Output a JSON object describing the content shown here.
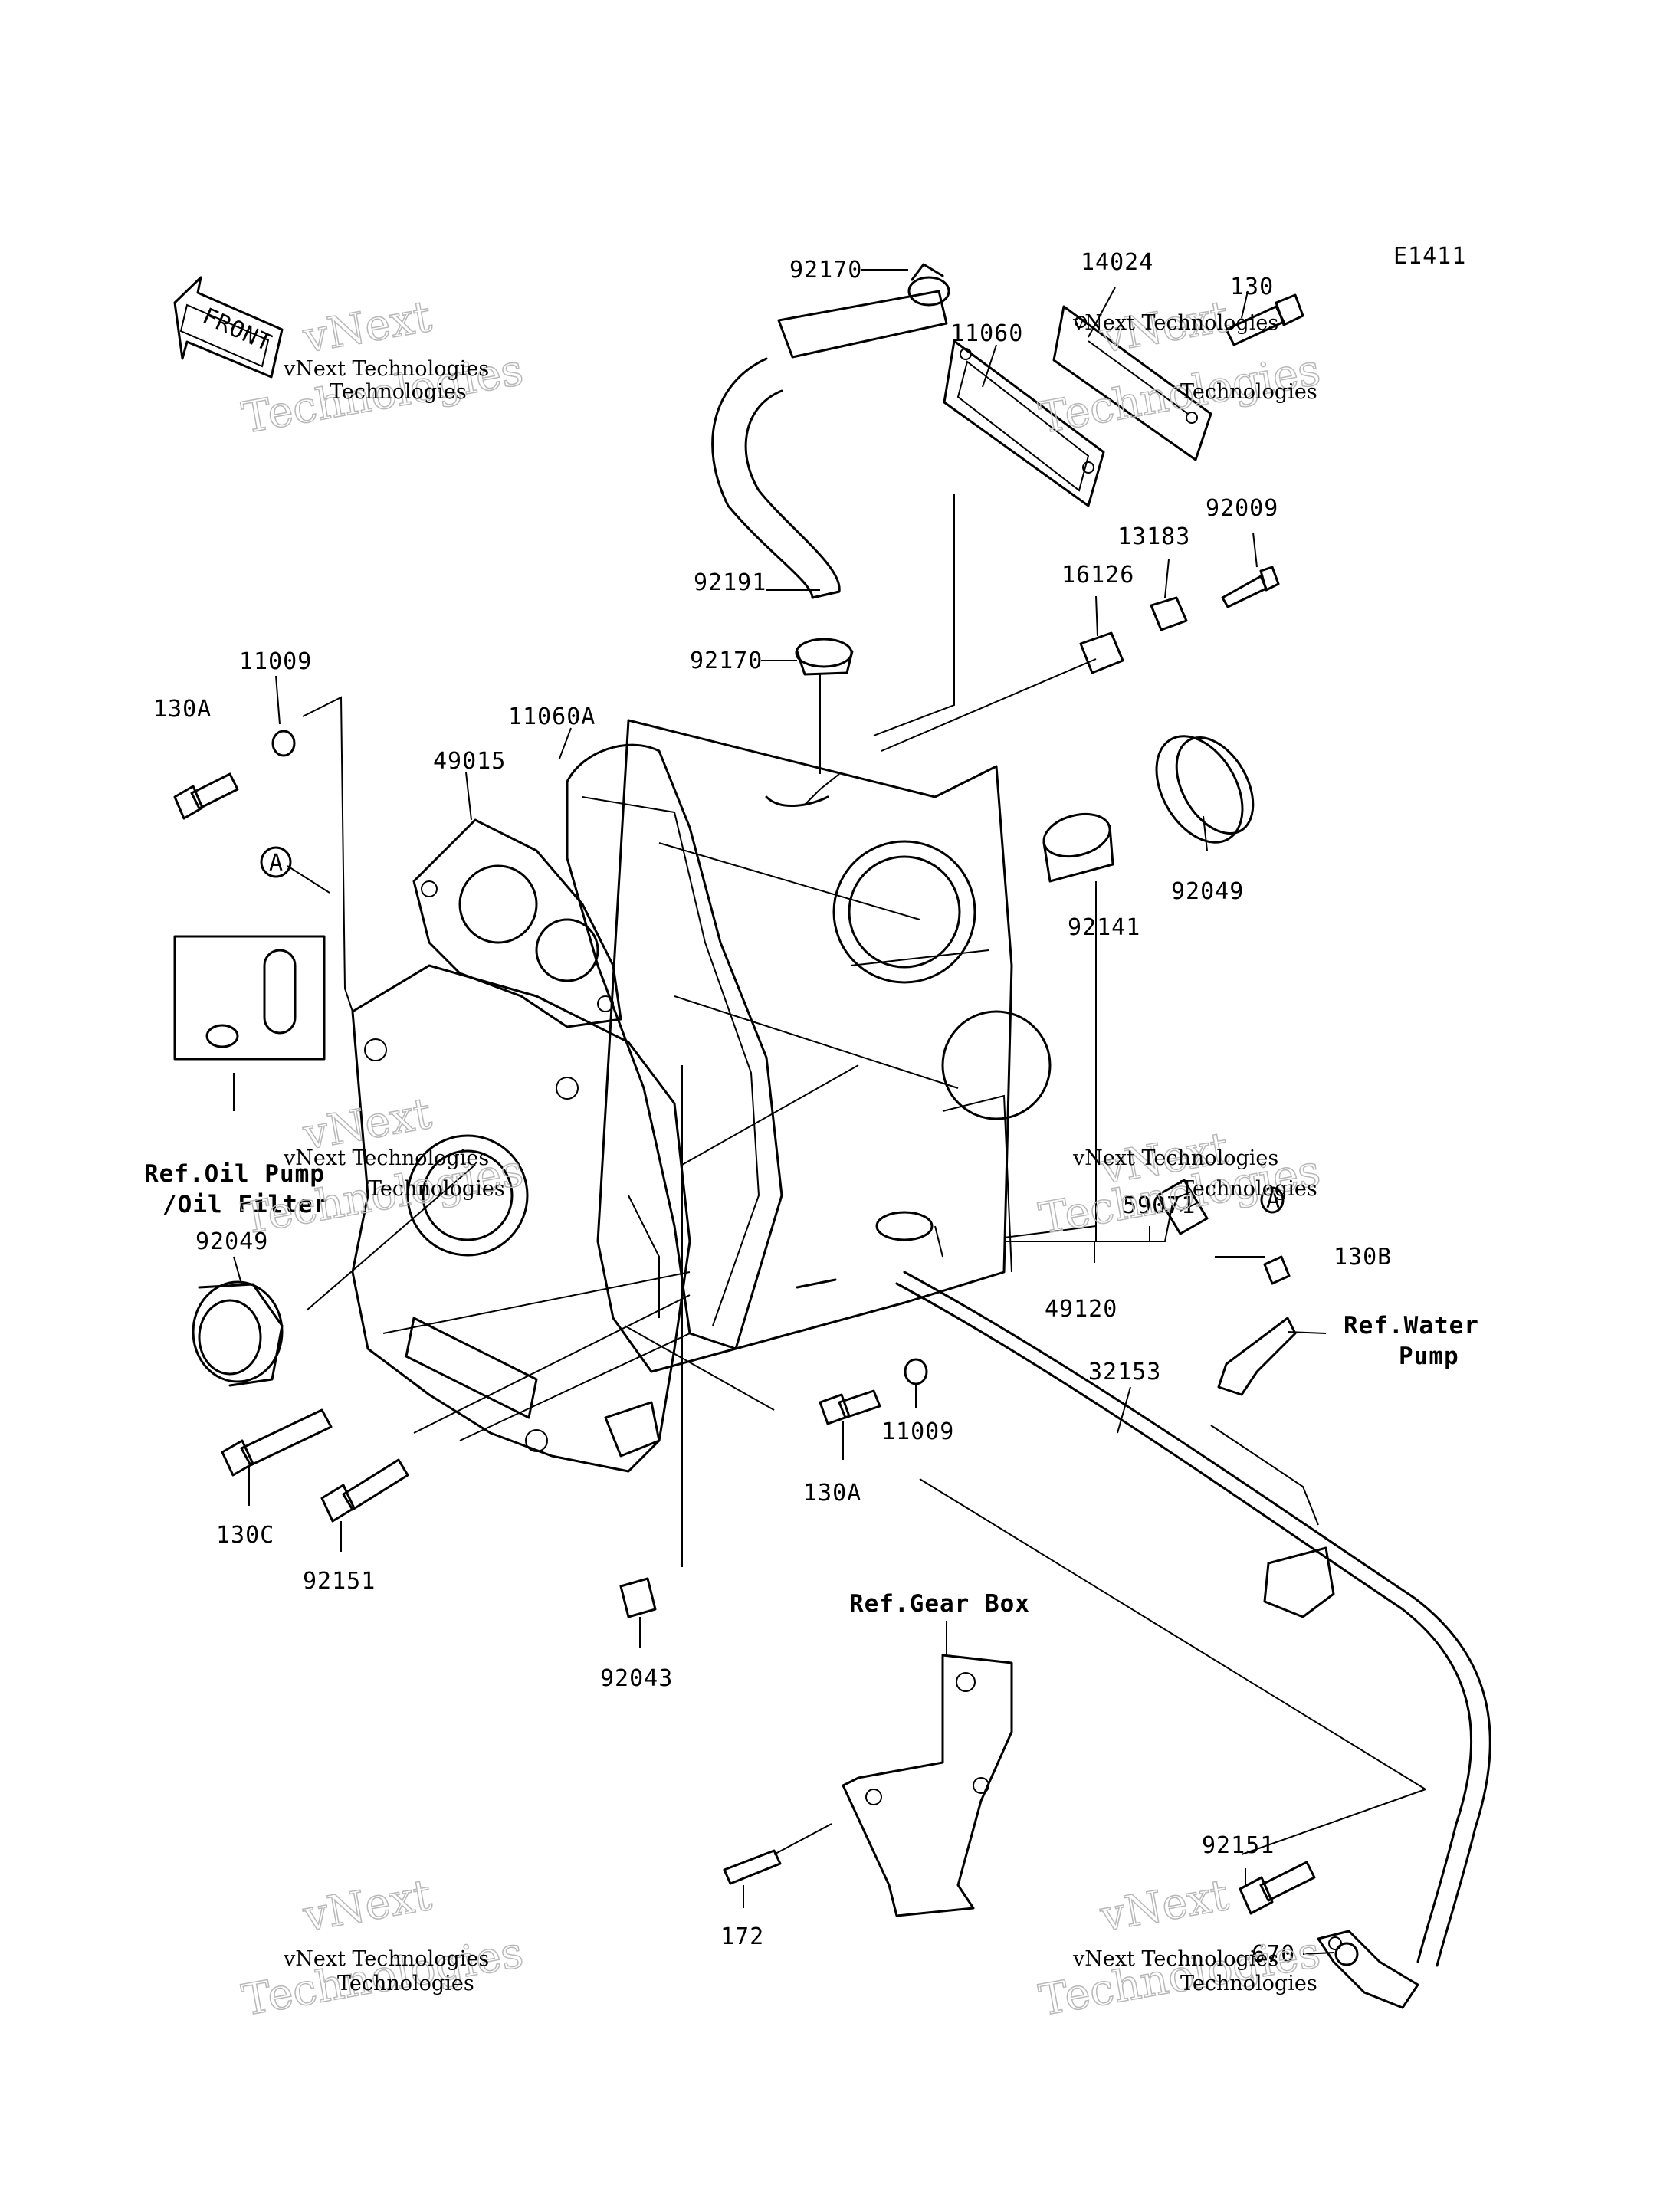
{
  "diagram_code": "E1411",
  "front_label": "FRONT",
  "callout_a": "A",
  "labels": {
    "p92170_top": "92170",
    "p14024": "14024",
    "p130": "130",
    "p11060": "11060",
    "p92009": "92009",
    "p13183": "13183",
    "p16126": "16126",
    "p92191": "92191",
    "p92170_mid": "92170",
    "p11009_top": "11009",
    "p130A_top": "130A",
    "p11060A": "11060A",
    "p49015": "49015",
    "p92049_right": "92049",
    "p92141": "92141",
    "p59071": "59071",
    "p49120": "49120",
    "p130B": "130B",
    "p92049_left": "92049",
    "p32153": "32153",
    "p11009_bottom": "11009",
    "p130A_bottom": "130A",
    "p130C": "130C",
    "p92151_left": "92151",
    "p92043": "92043",
    "p172": "172",
    "p92151_right": "92151",
    "p670": "670"
  },
  "references": {
    "oil_pump_line1": "Ref.Oil Pump",
    "oil_pump_line2": "/Oil Filter",
    "water_pump_line1": "Ref.Water",
    "water_pump_line2": "Pump",
    "gear_box": "Ref.Gear Box"
  },
  "watermark": {
    "small": "vNext Technologies",
    "big_line1": "vNext",
    "big_line2": "Technologies"
  }
}
